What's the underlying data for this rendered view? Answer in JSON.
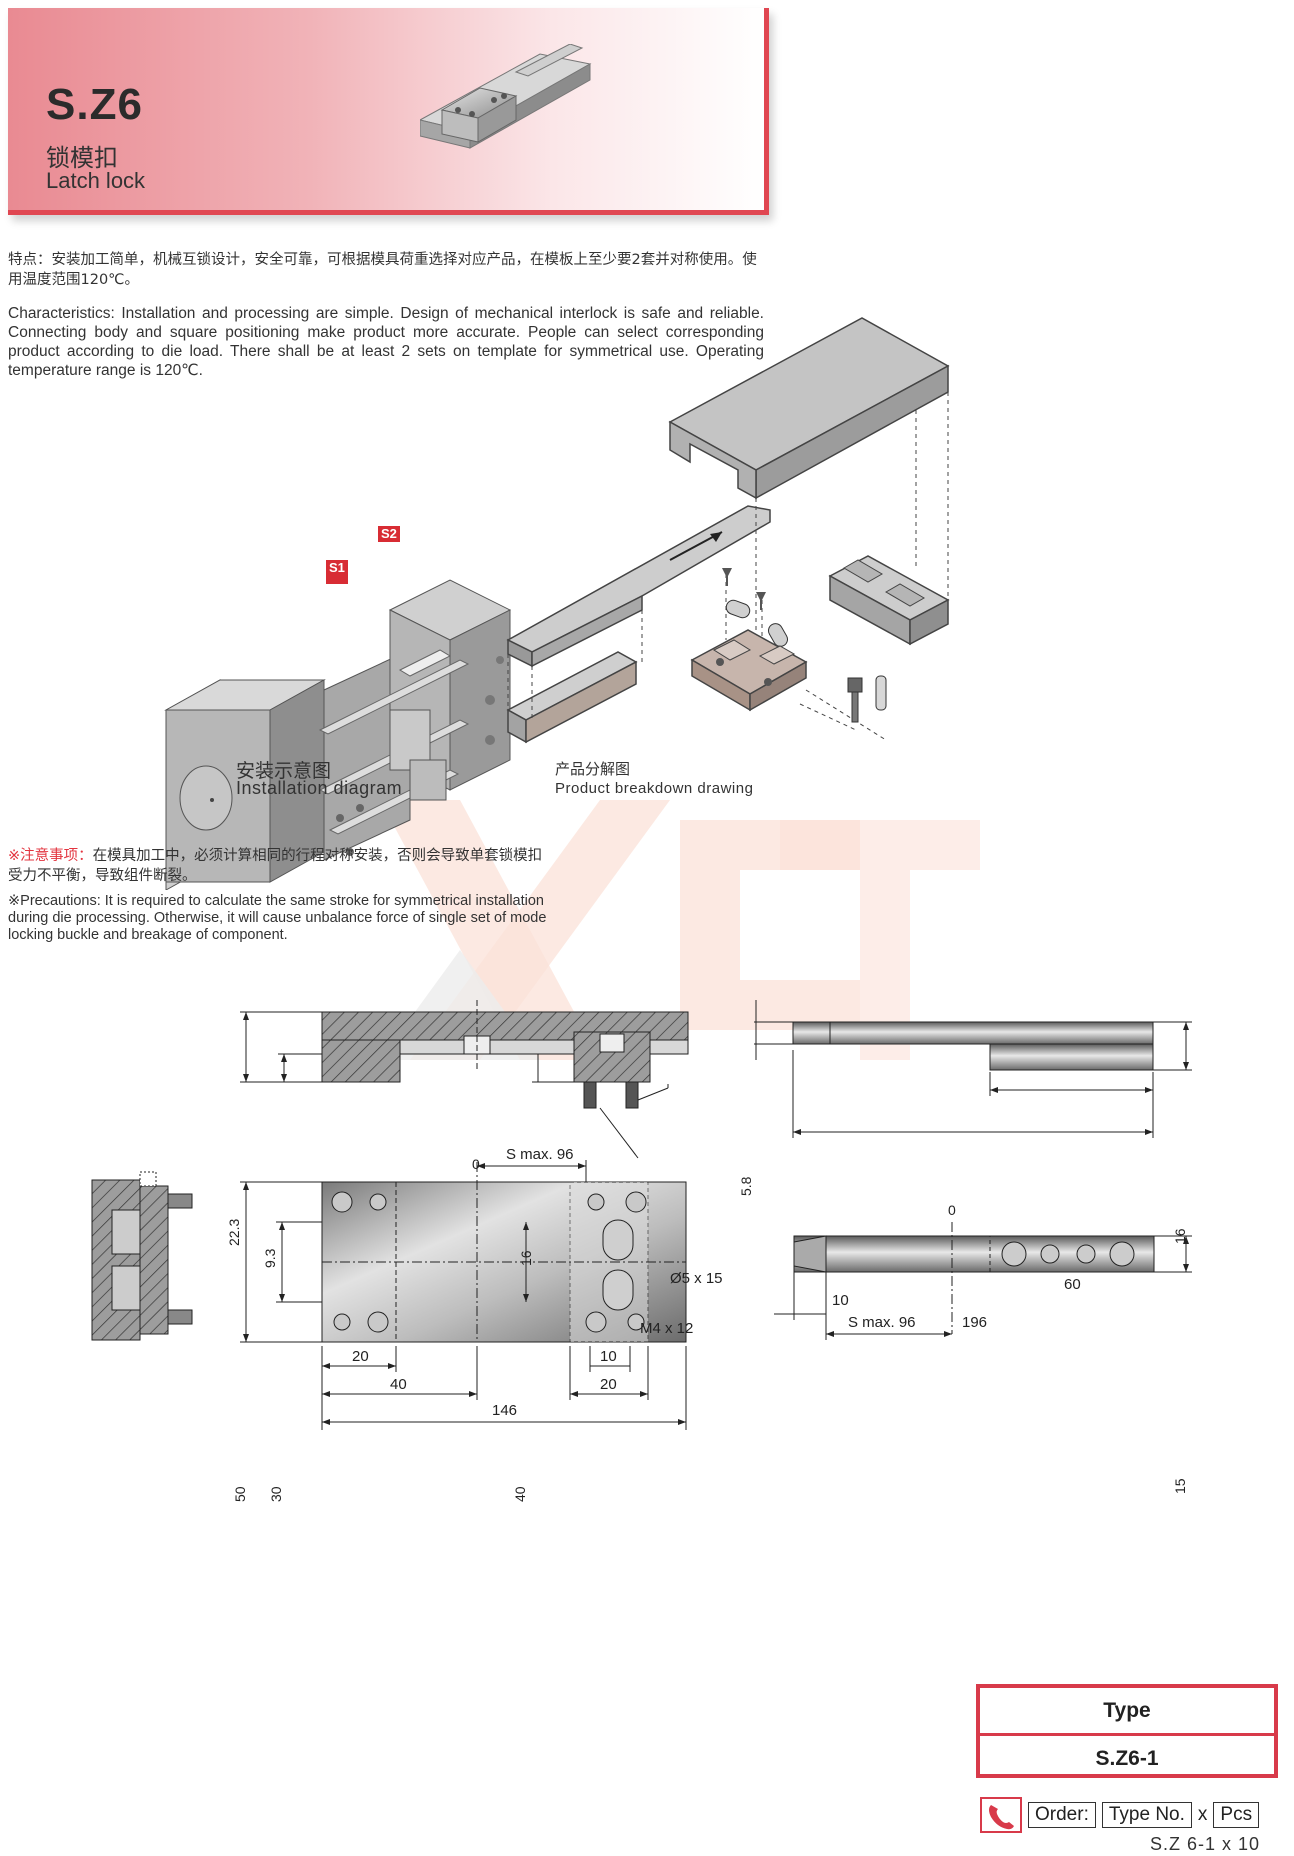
{
  "header": {
    "code": "S.Z6",
    "title_cn": "锁模扣",
    "title_en": "Latch lock"
  },
  "features_cn": "特点：安装加工简单，机械互锁设计，安全可靠，可根据模具荷重选择对应产品，在模板上至少要2套并对称使用。使用温度范围120℃。",
  "features_en": "Characteristics: Installation and processing are simple. Design of mechanical interlock is safe and reliable. Connecting body and square positioning make product more accurate. People can select corresponding product according to die load. There shall be at least 2 sets on template for symmetrical use. Operating temperature range is 120℃.",
  "diagrams": {
    "install_cn": "安装示意图",
    "install_en": "Installation diagram",
    "breakdown_cn": "产品分解图",
    "breakdown_en": "Product breakdown drawing",
    "label_s1": "S1",
    "label_s2": "S2"
  },
  "precautions": {
    "mark_cn": "※注意事项：",
    "text_cn": "在模具加工中，必须计算相同的行程对称安装，否则会导致单套锁模扣受力不平衡，导致组件断裂。",
    "text_en": "※Precautions: It is required to calculate the same stroke for symmetrical installation during die processing. Otherwise, it will cause unbalance force of single set of mode locking buckle and breakage of component."
  },
  "dimensions": {
    "d0a": "0",
    "d22_3": "22.3",
    "d9_3": "9.3",
    "d16a": "16",
    "pin": "Ø5 x 15",
    "screw": "M4 x 12",
    "d5_8": "5.8",
    "d16b": "16",
    "d60": "60",
    "d196": "196",
    "smax_a": "S max. 96",
    "d50": "50",
    "d30": "30",
    "d40v": "40",
    "d20a": "20",
    "d10a": "10",
    "d40h": "40",
    "d20b": "20",
    "d146": "146",
    "d0b": "0",
    "d15": "15",
    "d10b": "10",
    "smax_b": "S max. 96"
  },
  "order": {
    "type_header": "Type",
    "type_value": "S.Z6-1",
    "order_label": "Order:",
    "type_no_label": "Type No.",
    "times": "x",
    "pcs_label": "Pcs",
    "example": "S.Z 6-1 x 10"
  },
  "colors": {
    "accent": "#e04752",
    "steel": "#9a9a9a"
  }
}
